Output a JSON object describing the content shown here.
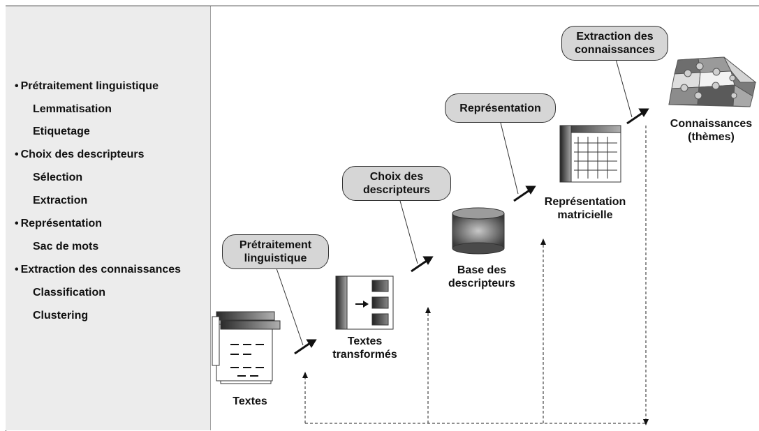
{
  "sidebar": {
    "bullet": "•",
    "items": [
      {
        "label": "Prétraitement linguistique",
        "level": 1
      },
      {
        "label": "Lemmatisation",
        "level": 2
      },
      {
        "label": "Etiquetage",
        "level": 2
      },
      {
        "label": "Choix des descripteurs",
        "level": 1
      },
      {
        "label": "Sélection",
        "level": 2
      },
      {
        "label": "Extraction",
        "level": 2
      },
      {
        "label": "Représentation",
        "level": 1
      },
      {
        "label": "Sac de mots",
        "level": 2
      },
      {
        "label": "Extraction des connaissances",
        "level": 1
      },
      {
        "label": "Classification",
        "level": 2
      },
      {
        "label": "Clustering",
        "level": 2
      }
    ]
  },
  "callouts": {
    "pretraitement": [
      "Prétraitement",
      "linguistique"
    ],
    "choix": [
      "Choix des",
      "descripteurs"
    ],
    "representation": [
      "Représentation"
    ],
    "extraction": [
      "Extraction des",
      "connaissances"
    ]
  },
  "labels": {
    "textes": [
      "Textes"
    ],
    "textes_transformes": [
      "Textes",
      "transformés"
    ],
    "base_descripteurs": [
      "Base des",
      "descripteurs"
    ],
    "representation_matricielle": [
      "Représentation",
      "matricielle"
    ],
    "connaissances": [
      "Connaissances",
      "(thèmes)"
    ]
  }
}
